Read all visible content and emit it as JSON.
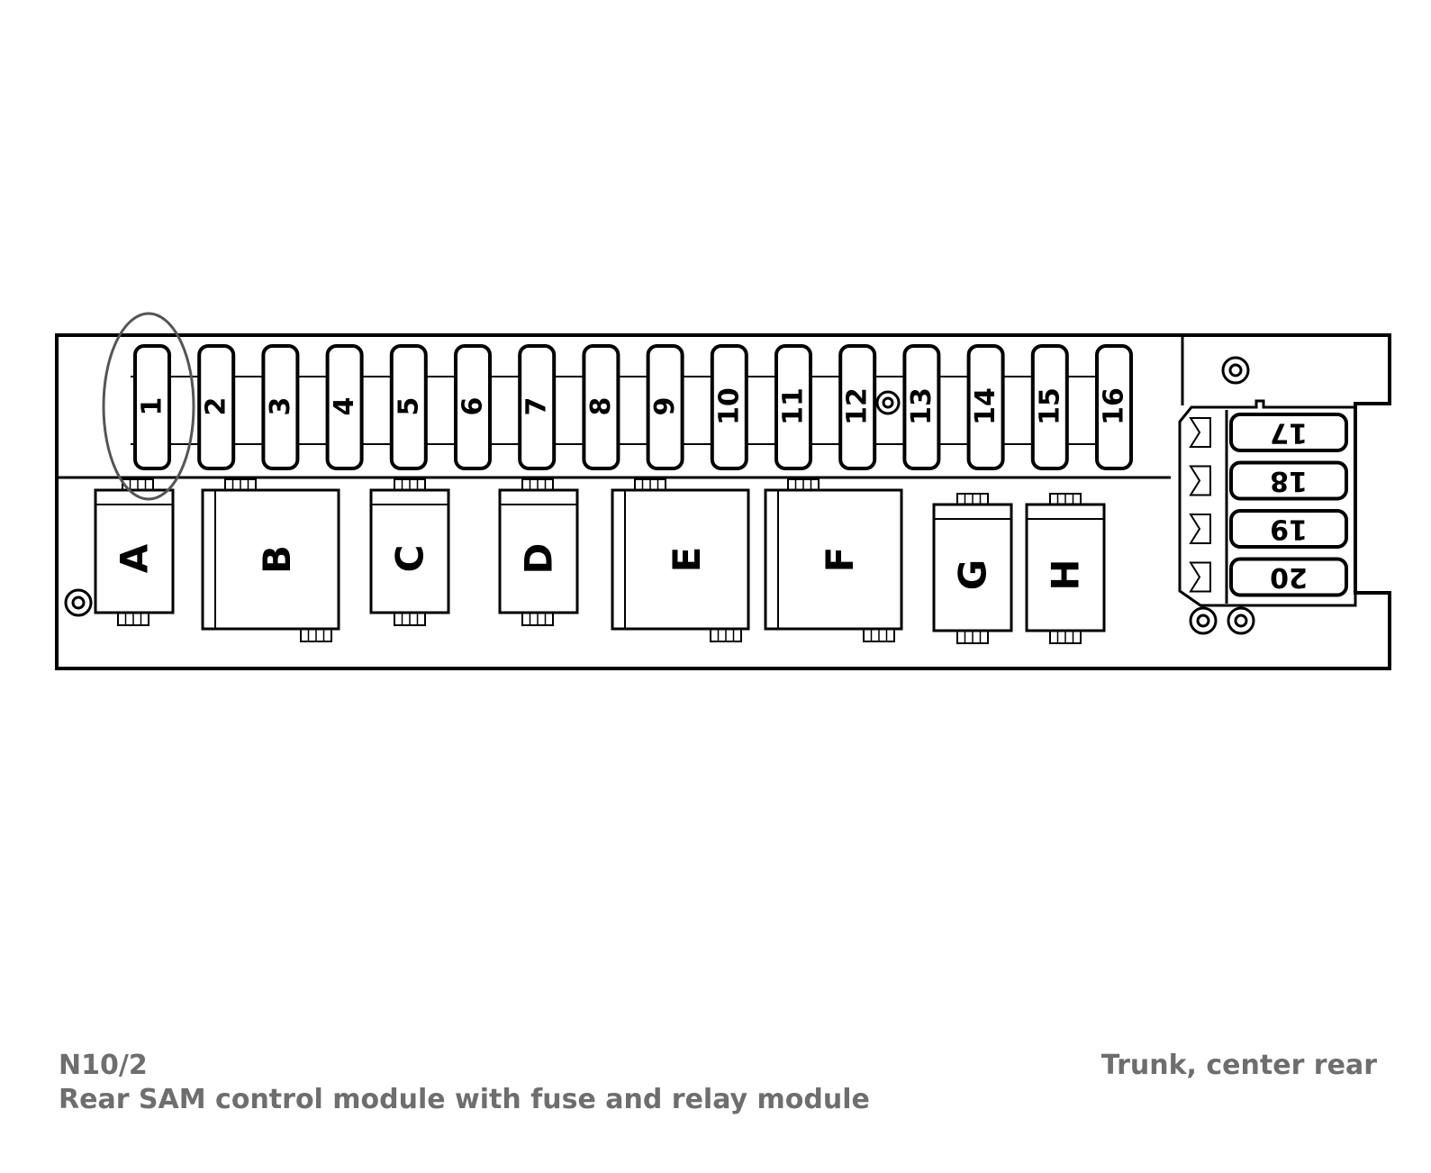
{
  "fuses_top": [
    "1",
    "2",
    "3",
    "4",
    "5",
    "6",
    "7",
    "8",
    "9",
    "10",
    "11",
    "12",
    "13",
    "14",
    "15",
    "16"
  ],
  "fuses_side": [
    "17",
    "18",
    "19",
    "20"
  ],
  "relays": [
    "A",
    "B",
    "C",
    "D",
    "E",
    "F",
    "G",
    "H"
  ],
  "highlighted_fuse": "1",
  "caption": {
    "code": "N10/2",
    "description": "Rear SAM control module with fuse and relay module",
    "location": "Trunk, center rear"
  },
  "colors": {
    "line": "#000000",
    "caption": "#6e6e6e",
    "highlight": "#555555"
  }
}
